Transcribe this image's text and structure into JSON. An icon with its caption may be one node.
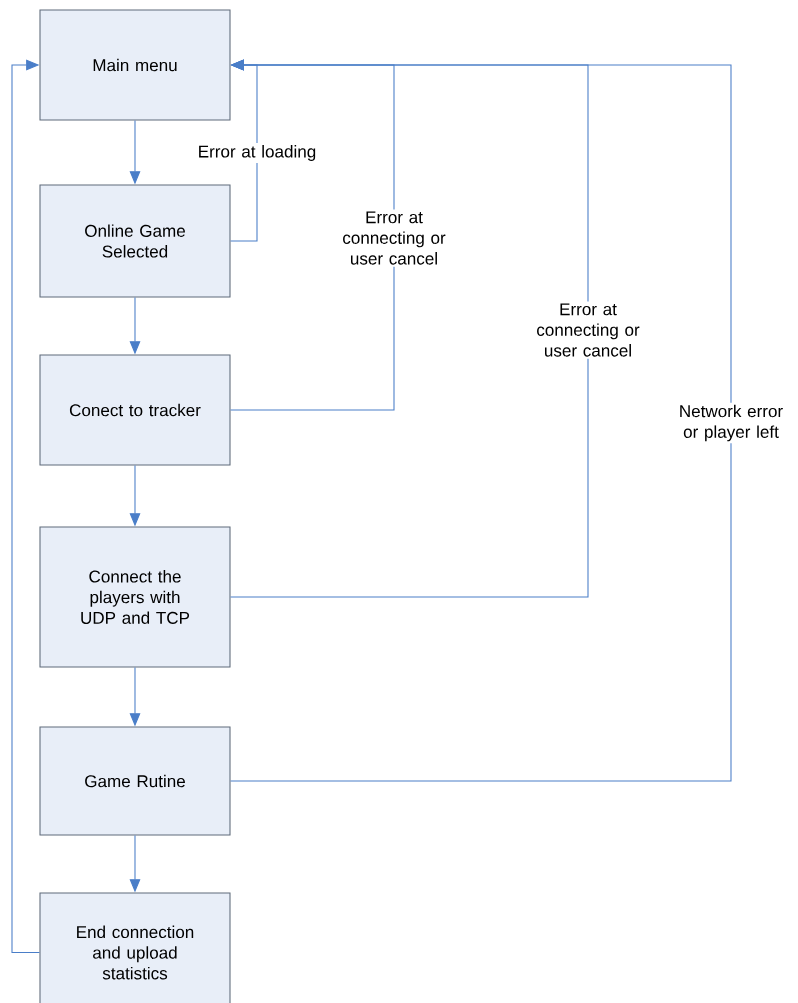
{
  "diagram": {
    "nodes": [
      {
        "text": [
          "Main menu"
        ]
      },
      {
        "text": [
          "Online Game Selected"
        ]
      },
      {
        "text": [
          "Conect to tracker"
        ]
      },
      {
        "text": [
          "Connect the players with UDP and TCP"
        ]
      },
      {
        "text": [
          "Game Rutine"
        ]
      },
      {
        "text": [
          "End connection and upload statistics"
        ]
      }
    ],
    "edges": [
      {
        "from": 0,
        "to": 1,
        "arrow": "to"
      },
      {
        "from": 1,
        "to": 2,
        "arrow": "to"
      },
      {
        "from": 2,
        "to": 3,
        "arrow": "to"
      },
      {
        "from": 3,
        "to": 4,
        "arrow": "to"
      },
      {
        "from": 4,
        "to": 5,
        "arrow": "to"
      },
      {
        "from": 5,
        "to": 0,
        "arrow": "to"
      },
      {
        "from": 1,
        "to": 0,
        "arrow": "to",
        "label": "Error at loading"
      },
      {
        "from": 2,
        "to": 0,
        "arrow": "to",
        "label": "Error at connecting or user cancel"
      },
      {
        "from": 3,
        "to": 0,
        "arrow": "to",
        "label": "Error at connecting or user cancel"
      },
      {
        "from": 4,
        "to": 0,
        "arrow": "to",
        "label": "Network error or player left"
      }
    ]
  }
}
